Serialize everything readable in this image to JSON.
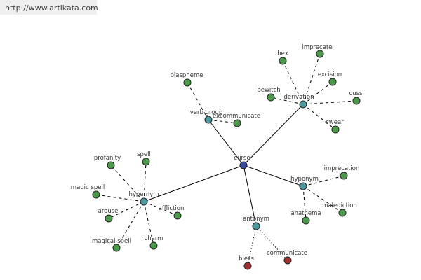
{
  "watermark": "http://www.artikata.com",
  "colors": {
    "root": "#3a4aa0",
    "relation": "#4a9aa0",
    "word": "#4a9a4a",
    "antonym_word": "#a03030",
    "edge": "#000000",
    "stroke": "#222222"
  },
  "root": "curse",
  "relations": [
    {
      "name": "verb group",
      "words": [
        "blaspheme",
        "excommunicate"
      ]
    },
    {
      "name": "derivation",
      "words": [
        "hex",
        "imprecate",
        "bewitch",
        "excision",
        "cuss",
        "swear"
      ]
    },
    {
      "name": "hypernym",
      "words": [
        "profanity",
        "spell",
        "magic spell",
        "arouse",
        "affliction",
        "magical spell",
        "charm"
      ]
    },
    {
      "name": "hyponym",
      "words": [
        "imprecation",
        "anathema",
        "malediction"
      ]
    },
    {
      "name": "antonym",
      "words": [
        "bless",
        "communicate"
      ]
    }
  ]
}
